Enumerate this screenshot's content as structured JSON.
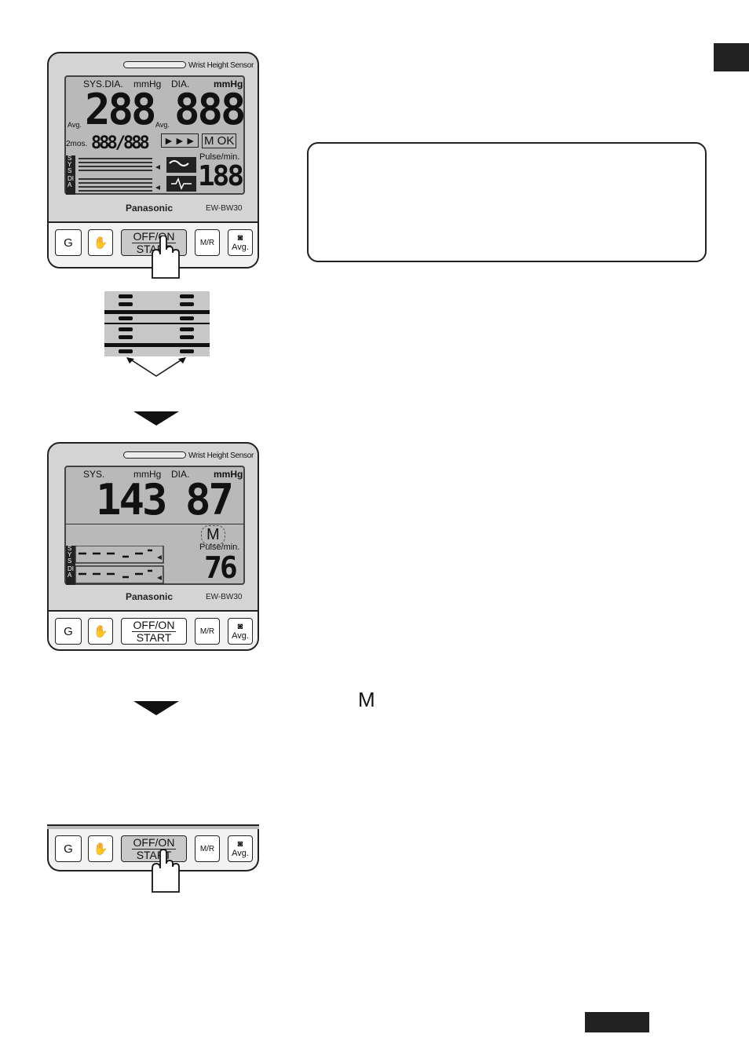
{
  "device": {
    "sensor_label": "Wrist Height Sensor",
    "brand": "Panasonic",
    "model": "EW-BW30",
    "buttons": {
      "g": "G",
      "start_top": "OFF/ON",
      "start_bottom": "START",
      "mr": "M/R",
      "avg": "Avg."
    }
  },
  "panel1": {
    "sys_dia_label": "SYS.DIA.",
    "mmhg_left": "mmHg",
    "dia_label": "DIA.",
    "mmhg_right": "mmHg",
    "left_digits": "288",
    "right_digits": "888",
    "avg_left": "Avg.",
    "avg_right": "Avg.",
    "mos_label": "2mos.",
    "mem_digits": "888/888",
    "arrows": "►►►",
    "m_ok": "M OK",
    "pulse_label": "Pulse/min.",
    "pulse_digits": "188",
    "sys_letters": "SYS",
    "dia_letters": "DIA"
  },
  "panel2": {
    "sys_label": "SYS.",
    "mmhg_left": "mmHg",
    "dia_label": "DIA.",
    "mmhg_right": "mmHg",
    "systolic": "143",
    "diastolic": "87",
    "m_badge": "M",
    "pulse_label": "Pulse/min.",
    "pulse": "76",
    "sys_letters": "SYS",
    "dia_letters": "DIA"
  },
  "body_text": {
    "m_symbol": "M"
  }
}
